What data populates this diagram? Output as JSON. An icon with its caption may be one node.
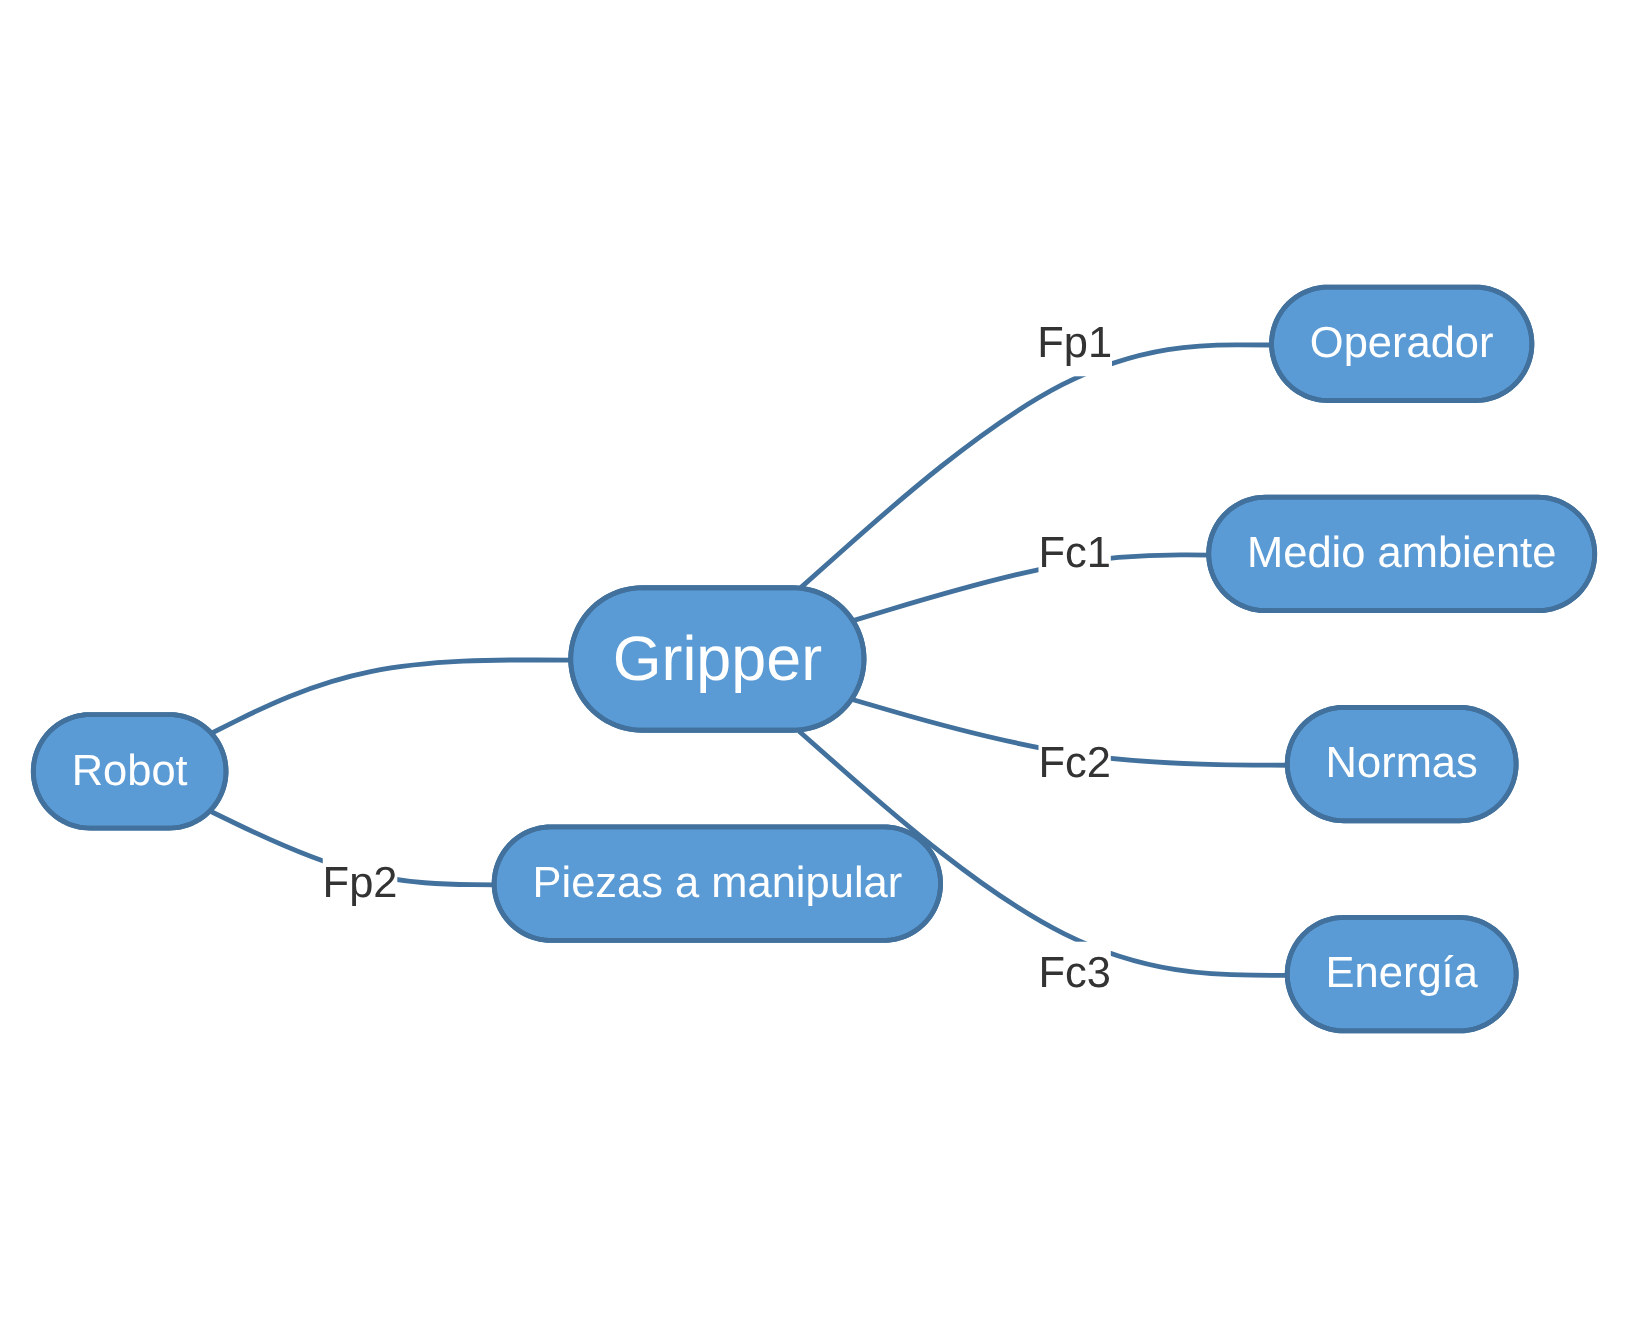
{
  "diagram": {
    "nodes": [
      {
        "text": [
          "Robot"
        ]
      },
      {
        "text": [
          "Operador"
        ]
      },
      {
        "text": [
          "Medio ambiente"
        ]
      },
      {
        "text": [
          "Gripper"
        ]
      },
      {
        "text": [
          "Normas"
        ]
      },
      {
        "text": [
          "Piezas a manipular"
        ]
      },
      {
        "text": [
          "Energía"
        ]
      }
    ],
    "edges": [
      {
        "from": 0,
        "to": 3,
        "arrow": "none"
      },
      {
        "from": 3,
        "to": 1,
        "arrow": "none",
        "label": "Fp1"
      },
      {
        "from": 0,
        "to": 5,
        "arrow": "none",
        "label": "Fp2"
      },
      {
        "from": 3,
        "to": 2,
        "arrow": "none",
        "label": "Fc1"
      },
      {
        "from": 3,
        "to": 4,
        "arrow": "none",
        "label": "Fc2"
      },
      {
        "from": 3,
        "to": 6,
        "arrow": "none",
        "label": "Fc3"
      }
    ]
  }
}
